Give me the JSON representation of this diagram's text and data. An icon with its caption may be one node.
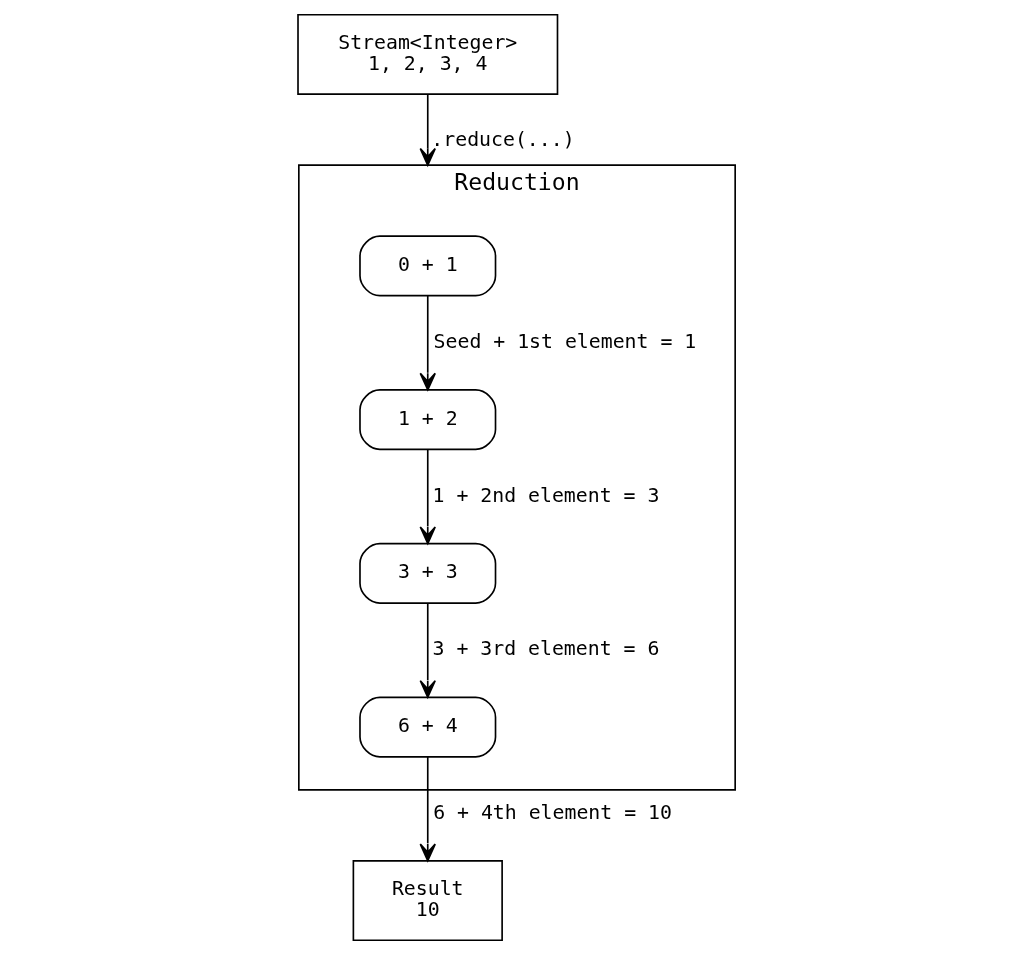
{
  "diagram": {
    "nodes": [
      {
        "text": [
          "Stream<Integer>",
          "1, 2, 3, 4"
        ]
      },
      {
        "text": [
          "Reduction"
        ]
      },
      {
        "text": [
          "0 + 1"
        ],
        "in": 1
      },
      {
        "text": [
          "1 + 2"
        ],
        "in": 1
      },
      {
        "text": [
          "3 + 3"
        ],
        "in": 1
      },
      {
        "text": [
          "6 + 4"
        ],
        "in": 1
      },
      {
        "text": [
          "Result",
          "10"
        ]
      }
    ],
    "edges": [
      {
        "from": 0,
        "to": 1,
        "arrow": "to",
        "label": ".reduce(...)"
      },
      {
        "from": 2,
        "to": 3,
        "arrow": "to",
        "label": "Seed + 1st element = 1"
      },
      {
        "from": 3,
        "to": 4,
        "arrow": "to",
        "label": "1 + 2nd element = 3"
      },
      {
        "from": 4,
        "to": 5,
        "arrow": "to",
        "label": "3 + 3rd element = 6"
      },
      {
        "from": 5,
        "to": 6,
        "arrow": "to",
        "label": "6 + 4th element = 10"
      }
    ]
  }
}
